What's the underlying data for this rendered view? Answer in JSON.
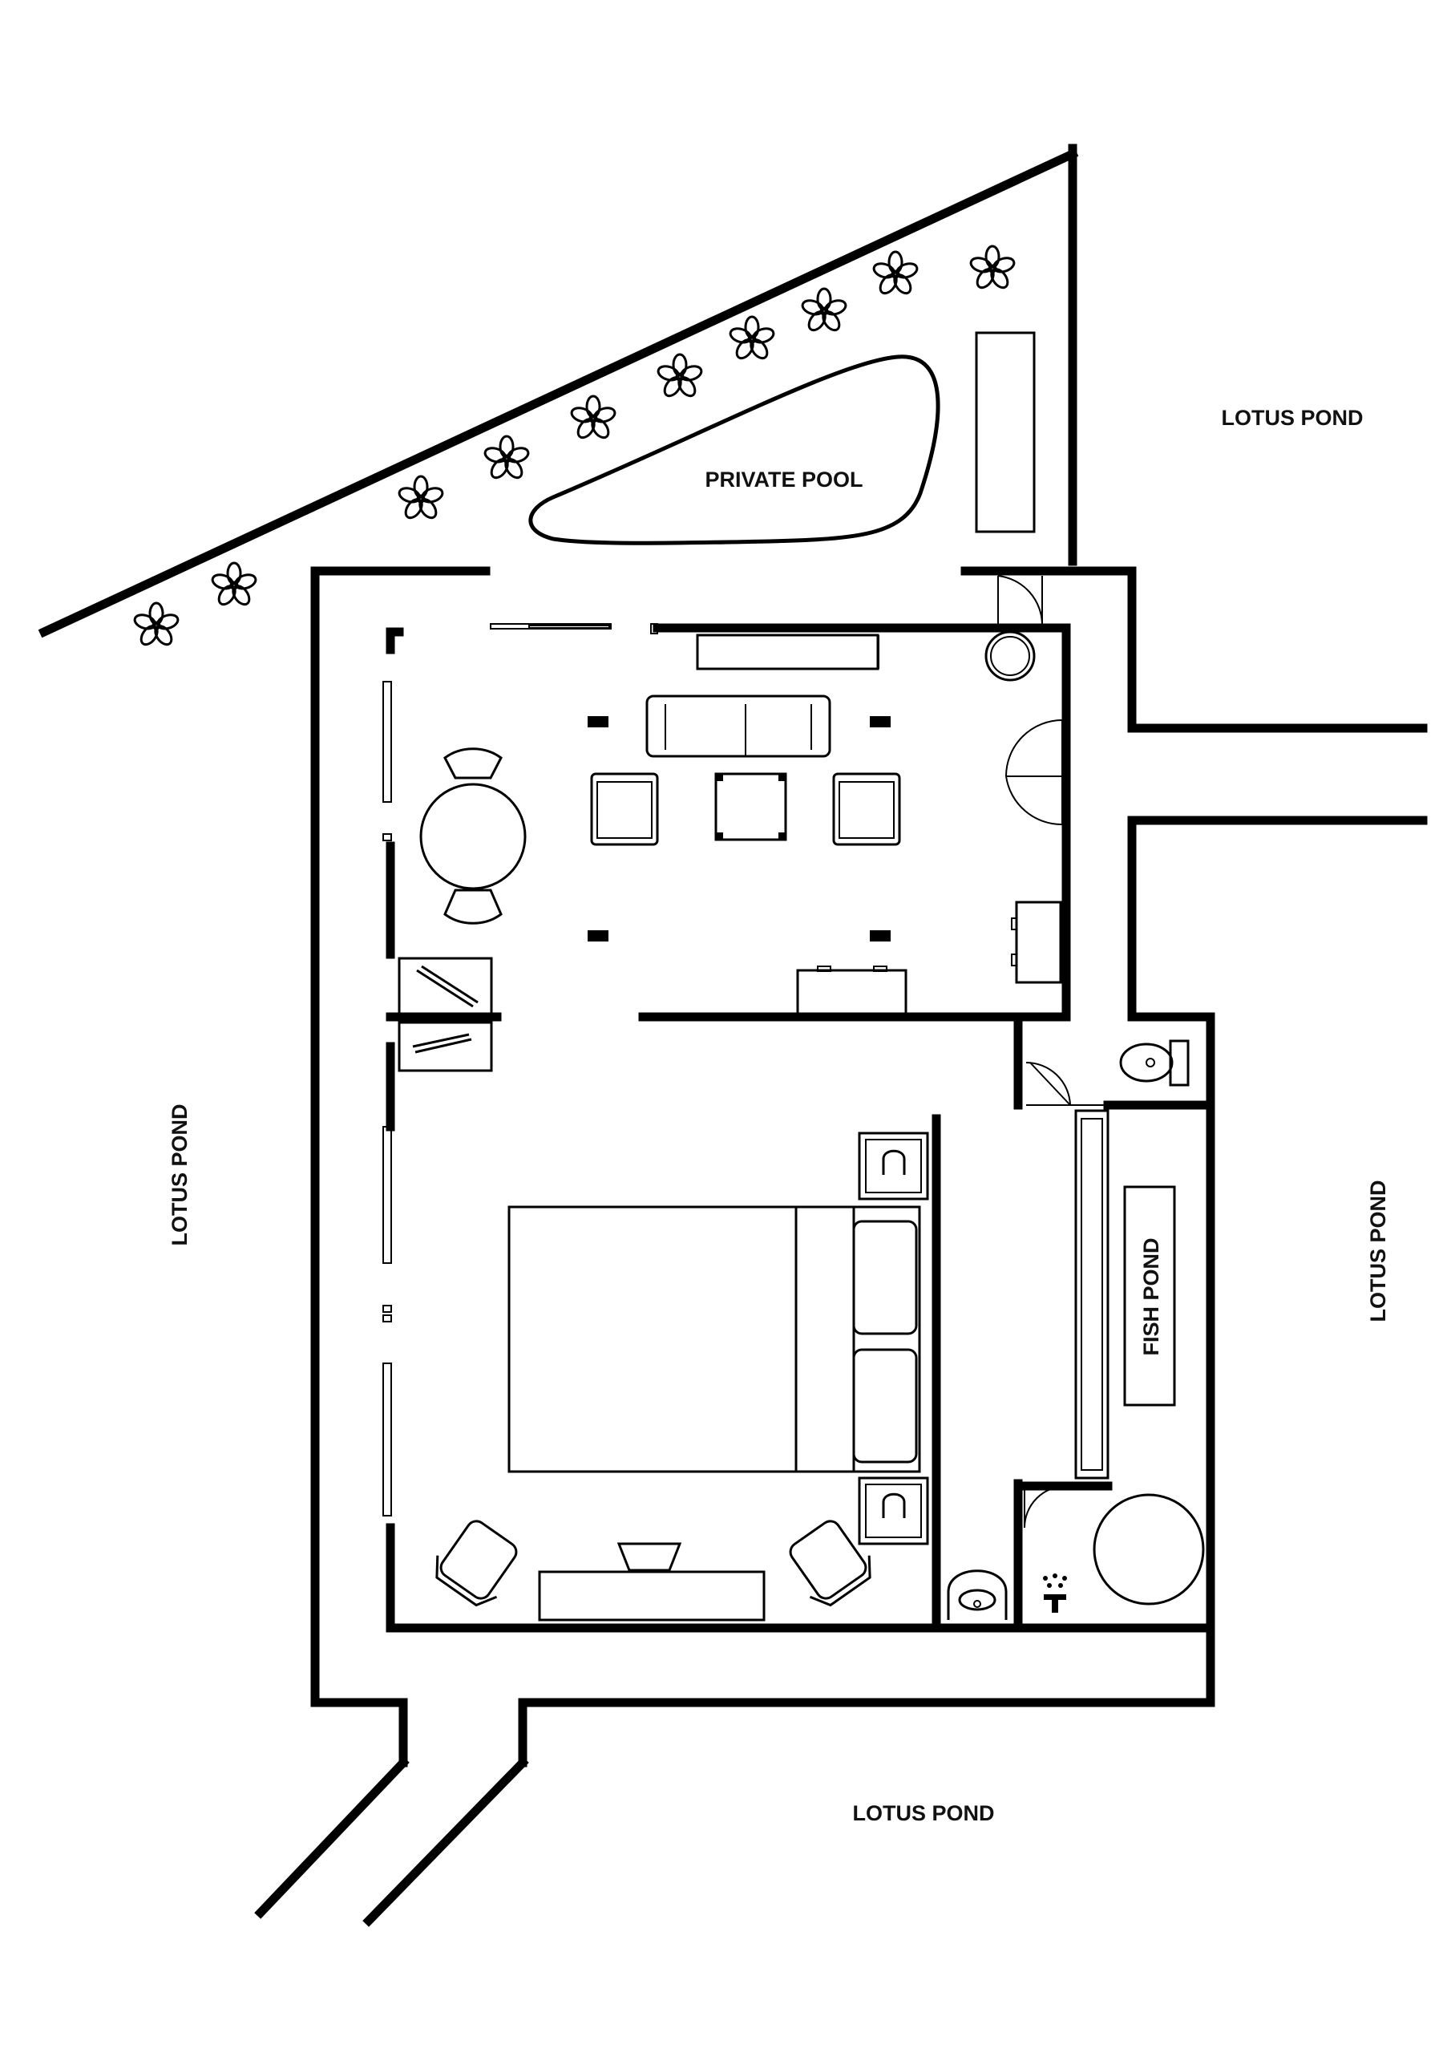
{
  "labels": {
    "private_pool": "PRIVATE POOL",
    "lotus_pond_ne": "LOTUS POND",
    "lotus_pond_west": "LOTUS POND",
    "lotus_pond_east": "LOTUS POND",
    "lotus_pond_south": "LOTUS POND",
    "fish_pond": "FISH POND"
  },
  "colors": {
    "ink": "#000000",
    "paper": "#ffffff"
  }
}
